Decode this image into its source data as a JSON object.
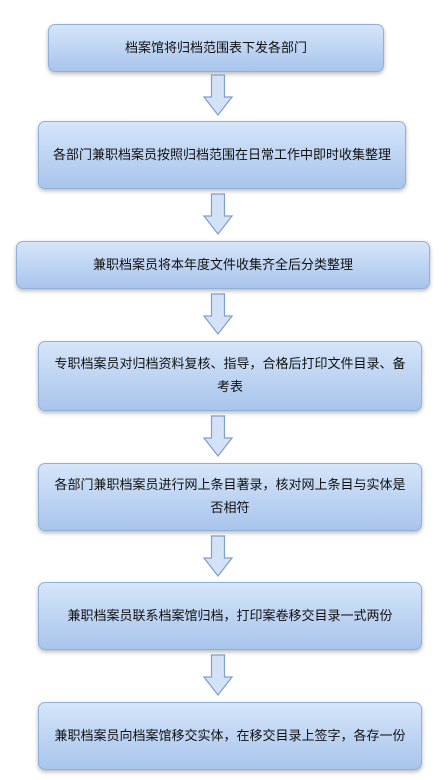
{
  "flowchart": {
    "steps": [
      {
        "text": "档案馆将归档范围表下发各部门"
      },
      {
        "text": "各部门兼职档案员按照归档范围在日常工作中即时收集整理"
      },
      {
        "text": "兼职档案员将本年度文件收集齐全后分类整理"
      },
      {
        "text": "专职档案员对归档资料复核、指导，合格后打印文件目录、备考表"
      },
      {
        "text": "各部门兼职档案员进行网上条目著录，核对网上条目与实体是否相符"
      },
      {
        "text": "兼职档案员联系档案馆归档，打印案卷移交目录一式两份"
      },
      {
        "text": "兼职档案员向档案馆移交实体，在移交目录上签字，各存一份"
      }
    ],
    "colors": {
      "box_fill_top": "#d6e6fa",
      "box_fill_bottom": "#a9c5ec",
      "box_border": "#8eb0db",
      "arrow_fill": "#d3e2f6",
      "arrow_stroke": "#7f9fcf"
    }
  }
}
